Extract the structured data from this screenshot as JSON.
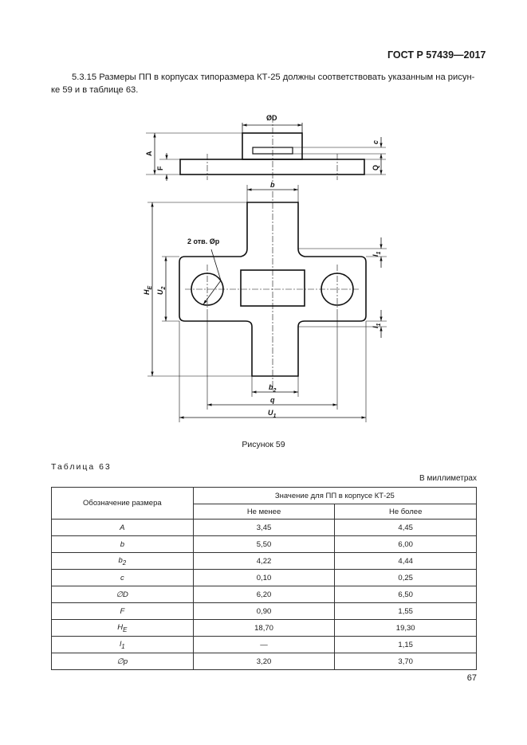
{
  "header": {
    "standard": "ГОСТ Р 57439—2017"
  },
  "intro": {
    "line1": "5.3.15 Размеры ПП в корпусах типоразмера КТ-25 должны соответствовать указанным на рисун-",
    "line2": "ке 59 и в таблице 63."
  },
  "figure": {
    "caption": "Рисунок 59",
    "labels": {
      "D": "ØD",
      "A": "A",
      "F": "F",
      "c": "c",
      "Q": "Q",
      "b": "b",
      "holes": "2 отв. Øp",
      "HE": "H",
      "HE_sub": "E",
      "U2": "U",
      "U2_sub": "2",
      "l1_top": "l",
      "l1_top_sub": "1",
      "l1_bot": "l",
      "l1_bot_sub": "1",
      "b2": "b",
      "b2_sub": "2",
      "q": "q",
      "U1": "U",
      "U1_sub": "1"
    }
  },
  "table": {
    "caption": "Таблица 63",
    "units": "В миллиметрах",
    "col_designation": "Обозначение размера",
    "col_value": "Значение для ПП в корпусе КТ-25",
    "col_min": "Не менее",
    "col_max": "Не более",
    "rows": [
      {
        "sym": "A",
        "sub": "",
        "min": "3,45",
        "max": "4,45"
      },
      {
        "sym": "b",
        "sub": "",
        "min": "5,50",
        "max": "6,00"
      },
      {
        "sym": "b",
        "sub": "2",
        "min": "4,22",
        "max": "4,44"
      },
      {
        "sym": "c",
        "sub": "",
        "min": "0,10",
        "max": "0,25"
      },
      {
        "sym": "∅D",
        "sub": "",
        "min": "6,20",
        "max": "6,50"
      },
      {
        "sym": "F",
        "sub": "",
        "min": "0,90",
        "max": "1,55"
      },
      {
        "sym": "H",
        "sub": "E",
        "min": "18,70",
        "max": "19,30"
      },
      {
        "sym": "l",
        "sub": "1",
        "min": "—",
        "max": "1,15"
      },
      {
        "sym": "∅p",
        "sub": "",
        "min": "3,20",
        "max": "3,70"
      }
    ]
  },
  "page": {
    "number": "67"
  }
}
